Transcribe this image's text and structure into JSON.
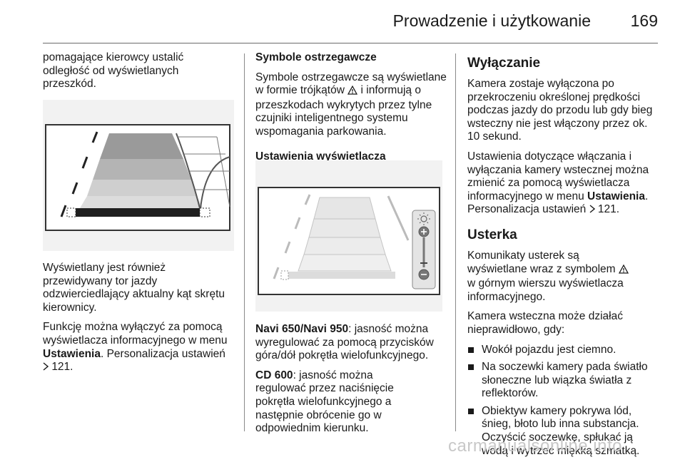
{
  "header": {
    "title": "Prowadzenie i użytkowanie",
    "page_number": "169"
  },
  "column1": {
    "intro": "pomagające kierowcy ustalić odległość od wyświetlanych przeszkód.",
    "para1": "Wyświetlany jest również przewidywany tor jazdy odzwierciedlający aktualny kąt skrętu kierownicy.",
    "para2_before": "Funkcję można wyłączyć za pomocą wyświetlacza informacyjnego w menu ",
    "para2_bold": "Ustawienia",
    "para2_mid": ". Personalizacja ustawień ",
    "para2_ref": "121."
  },
  "column2": {
    "warning_heading": "Symbole ostrzegawcze",
    "warning_text_before": "Symbole ostrzegawcze są wyświetlane w formie trójkątów ",
    "warning_text_after": " i informują o przeszkodach wykrytych przez tylne czujniki inteligentnego systemu wspomagania parkowania.",
    "display_heading": "Ustawienia wyświetlacza",
    "navi_bold": "Navi 650/Navi 950",
    "navi_text": ": jasność można wyregulować za pomocą przycisków góra/dół pokrętła wielofunkcyjnego.",
    "cd_bold": "CD 600",
    "cd_text": ": jasność można regulować przez naciśnięcie pokrętła wielofunkcyjnego a następnie obrócenie go w odpowiednim kierunku."
  },
  "column3": {
    "off_heading": "Wyłączanie",
    "off_text1": "Kamera zostaje wyłączona po przekroczeniu określonej prędkości podczas jazdy do przodu lub gdy bieg wsteczny nie jest włączony przez ok. 10 sekund.",
    "off_text2_before": "Ustawienia dotyczące włączania i wyłączania kamery wstecznej można zmienić za pomocą wyświetlacza informacyjnego w menu ",
    "off_text2_bold": "Ustawienia",
    "off_text2_mid": ". Personalizacja ustawień ",
    "off_text2_ref": "121.",
    "fault_heading": "Usterka",
    "fault_text_before": "Komunikaty usterek są wyświetlane wraz z symbolem ",
    "fault_text_after": " w górnym wierszu wyświetlacza informacyjnego.",
    "fault_text2": "Kamera wsteczna może działać nieprawidłowo, gdy:",
    "bullets": [
      "Wokół pojazdu jest ciemno.",
      "Na soczewki kamery pada światło słoneczne lub wiązka światła z reflektorów.",
      "Obiektyw kamery pokrywa lód, śnieg, błoto lub inna substancja. Oczyścić soczewkę, spłukać ją wodą i wytrzeć miękką szmatką."
    ]
  },
  "watermark": "carmanualsonline.info"
}
